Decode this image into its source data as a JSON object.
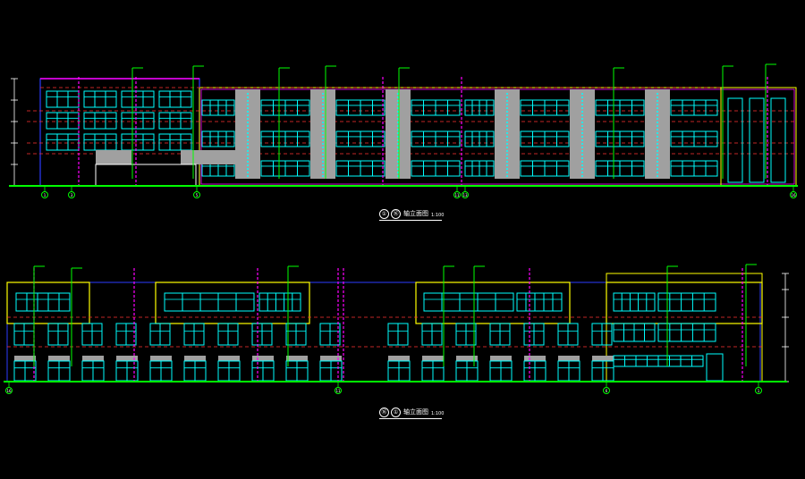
{
  "drawing": {
    "background": "#000000",
    "colors": {
      "outline": "#ffffff",
      "wall": "#ff00ff",
      "window": "#00ffff",
      "ground": "#00ff00",
      "band": "#ffff00",
      "floor": "#ff3333",
      "column": "#6a5cff",
      "blue": "#2b3bff",
      "panel": "#a0a0a0",
      "text": "#ffffff"
    }
  },
  "elevations": [
    {
      "id": "top",
      "caption": {
        "axis_a": "①",
        "axis_b": "⑯",
        "title": "轴立面图",
        "scale": "1:100"
      },
      "grid_bubbles": [
        "1",
        "3",
        "5",
        "11",
        "13",
        "16"
      ]
    },
    {
      "id": "bottom",
      "caption": {
        "axis_a": "⑯",
        "axis_b": "①",
        "title": "轴立面图",
        "scale": "1:100"
      },
      "grid_bubbles": [
        "16",
        "11",
        "6",
        "1"
      ]
    }
  ]
}
